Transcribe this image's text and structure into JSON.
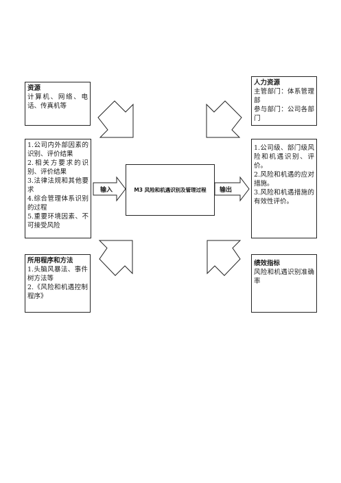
{
  "boxes": {
    "resources": {
      "title": "资源",
      "lines": [
        "计算机、网络、电话、传真机等"
      ]
    },
    "hr": {
      "title": "人力资源",
      "lines": [
        "主管部门：体系管理部",
        "参与部门：公司各部门"
      ]
    },
    "inputs": {
      "lines": [
        "1.公司内外部因素的识别、评价结果",
        "2.相关方要求的识别、评价结果",
        "3.法律法规和其他要求",
        "4.综合管理体系识别的过程",
        "5.重要环境因素、不可接受风险"
      ]
    },
    "outputs": {
      "lines": [
        "1.公司级、部门级风险和机遇识别、评价。",
        "2.风险和机遇的应对措施。",
        "3.风险和机遇措施的有效性评价。"
      ]
    },
    "methods": {
      "title": "所用程序和方法",
      "lines": [
        "1.头脑风暴法、事件树方法等",
        "2.《风险和机遇控制程序》"
      ]
    },
    "kpi": {
      "title": "绩效指标",
      "lines": [
        "风险和机遇识别准确率"
      ]
    }
  },
  "center": {
    "label": "M3  风险和机遇识别及管理过程"
  },
  "arrows": {
    "input_label": "输入",
    "output_label": "输出"
  },
  "colors": {
    "stroke": "#222222",
    "fill": "#ffffff"
  }
}
